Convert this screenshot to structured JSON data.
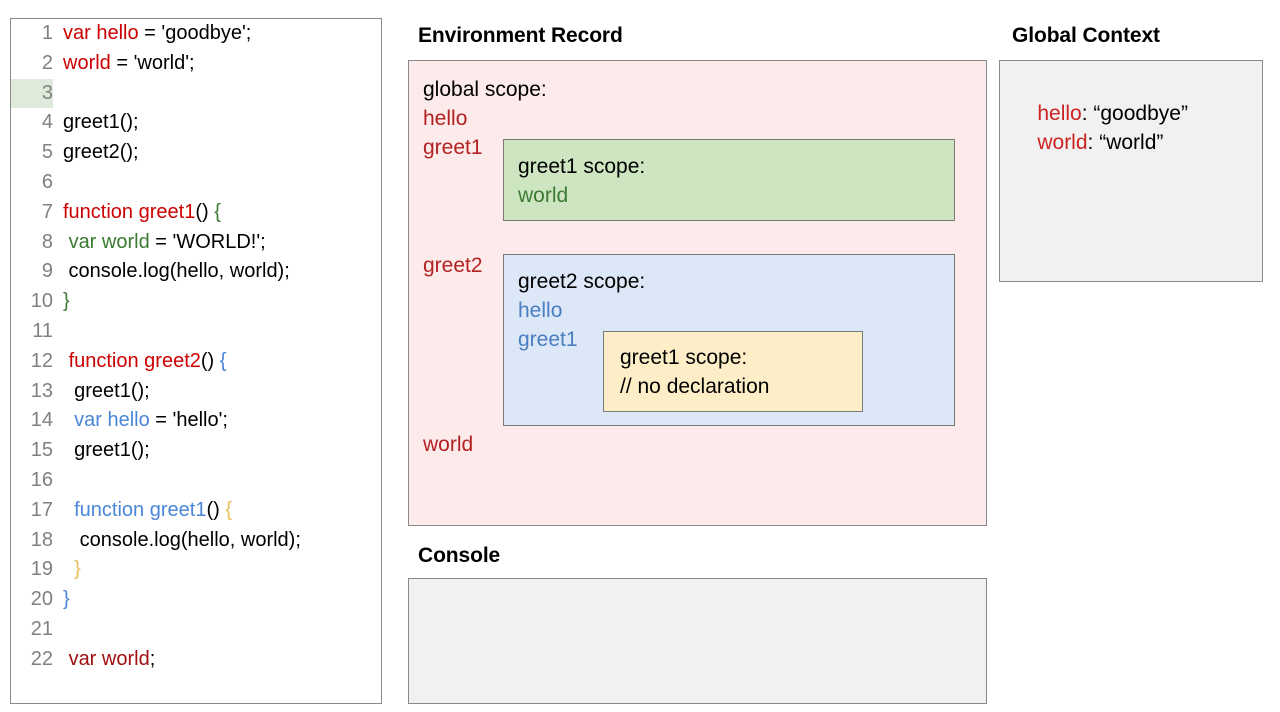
{
  "code_panel": {
    "name": "javascript-source-editor",
    "highlighted_line": 3,
    "lines": [
      {
        "num": "1",
        "tokens": [
          {
            "t": "var hello",
            "c": "red"
          },
          {
            "t": " = 'goodbye';",
            "c": "black"
          }
        ]
      },
      {
        "num": "2",
        "tokens": [
          {
            "t": "world",
            "c": "red"
          },
          {
            "t": " = 'world';",
            "c": "black"
          }
        ]
      },
      {
        "num": "3",
        "tokens": []
      },
      {
        "num": "4",
        "tokens": [
          {
            "t": "greet1();",
            "c": "black"
          }
        ]
      },
      {
        "num": "5",
        "tokens": [
          {
            "t": "greet2();",
            "c": "black"
          }
        ]
      },
      {
        "num": "6",
        "tokens": []
      },
      {
        "num": "7",
        "tokens": [
          {
            "t": "function greet1",
            "c": "red"
          },
          {
            "t": "() ",
            "c": "black"
          },
          {
            "t": "{",
            "c": "green"
          }
        ]
      },
      {
        "num": "8",
        "tokens": [
          {
            "t": " ",
            "c": "black"
          },
          {
            "t": "var world",
            "c": "green"
          },
          {
            "t": " = 'WORLD!';",
            "c": "black"
          }
        ]
      },
      {
        "num": "9",
        "tokens": [
          {
            "t": " console.log(hello, world);",
            "c": "black"
          }
        ]
      },
      {
        "num": "10",
        "tokens": [
          {
            "t": "}",
            "c": "green"
          }
        ]
      },
      {
        "num": "11",
        "tokens": []
      },
      {
        "num": "12",
        "tokens": [
          {
            "t": " ",
            "c": "black"
          },
          {
            "t": "function greet2",
            "c": "red"
          },
          {
            "t": "() ",
            "c": "black"
          },
          {
            "t": "{",
            "c": "blue"
          }
        ]
      },
      {
        "num": "13",
        "tokens": [
          {
            "t": "  greet1();",
            "c": "black"
          }
        ]
      },
      {
        "num": "14",
        "tokens": [
          {
            "t": "  ",
            "c": "black"
          },
          {
            "t": "var hello",
            "c": "blue"
          },
          {
            "t": " = 'hello';",
            "c": "black"
          }
        ]
      },
      {
        "num": "15",
        "tokens": [
          {
            "t": "  greet1();",
            "c": "black"
          }
        ]
      },
      {
        "num": "16",
        "tokens": []
      },
      {
        "num": "17",
        "tokens": [
          {
            "t": "  ",
            "c": "black"
          },
          {
            "t": "function greet1",
            "c": "blue"
          },
          {
            "t": "() ",
            "c": "black"
          },
          {
            "t": "{",
            "c": "yellow"
          }
        ]
      },
      {
        "num": "18",
        "tokens": [
          {
            "t": "   console.log(hello, world);",
            "c": "black"
          }
        ]
      },
      {
        "num": "19",
        "tokens": [
          {
            "t": "  ",
            "c": "black"
          },
          {
            "t": "}",
            "c": "yellow"
          }
        ]
      },
      {
        "num": "20",
        "tokens": [
          {
            "t": "}",
            "c": "blue"
          }
        ]
      },
      {
        "num": "21",
        "tokens": []
      },
      {
        "num": "22",
        "tokens": [
          {
            "t": " ",
            "c": "black"
          },
          {
            "t": "var world",
            "c": "darkred"
          },
          {
            "t": ";",
            "c": "black"
          }
        ]
      }
    ]
  },
  "environment_record": {
    "title": "Environment Record",
    "global_scope_label": "global scope:",
    "global_bindings": [
      "hello",
      "greet1",
      "greet2",
      "world"
    ],
    "greet1_scope": {
      "title": "greet1 scope:",
      "bindings": [
        "world"
      ]
    },
    "greet2_scope": {
      "title": "greet2 scope:",
      "bindings": [
        "hello",
        "greet1"
      ],
      "nested_greet1_scope": {
        "title": "greet1 scope:",
        "note": "// no declaration"
      }
    }
  },
  "console": {
    "title": "Console",
    "output": ""
  },
  "global_context": {
    "title": "Global Context",
    "entries": [
      {
        "key": "hello",
        "value": ": “goodbye”"
      },
      {
        "key": "world",
        "value": ": “world”"
      }
    ]
  },
  "colors": {
    "global_scope_bg": "#fdeaea",
    "greet1_scope_bg": "#cee5c2",
    "greet2_scope_bg": "#dce7f7",
    "nested_greet1_bg": "#fdeec8",
    "panel_bg": "#f1f1f1",
    "red_token": "#cc0000",
    "green_token": "#3c7a33",
    "blue_token": "#4a86d8",
    "yellow_token": "#e8bf5a",
    "line_highlight": "#dfeadb"
  }
}
